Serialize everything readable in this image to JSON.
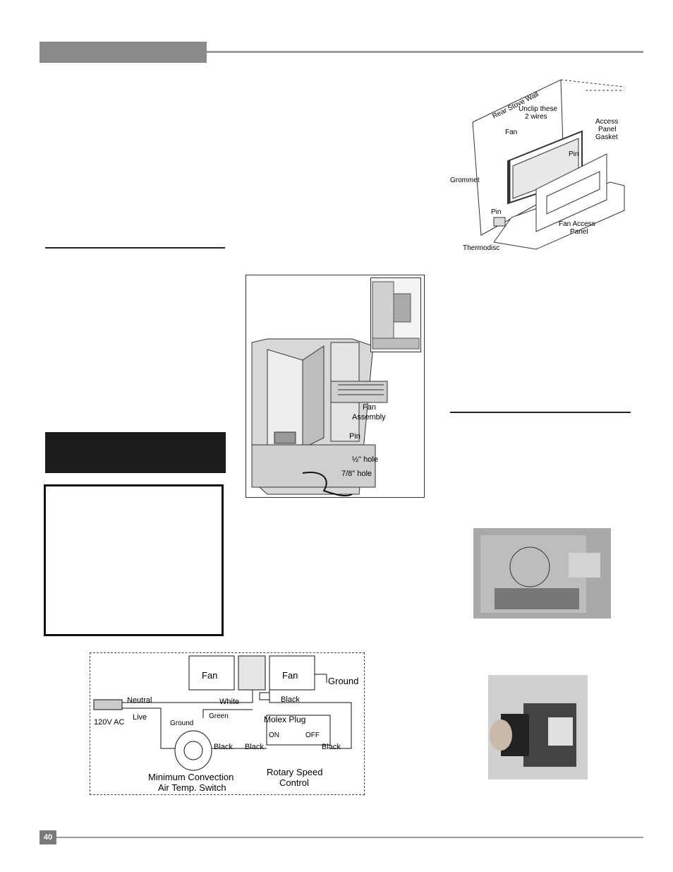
{
  "page": {
    "number": "40"
  },
  "exploded_diagram": {
    "labels": {
      "rear_stove_wall": "Rear Stove Wall",
      "unclip_line1": "Unclip these",
      "unclip_line2": "2 wires",
      "access_line1": "Access",
      "access_line2": "Panel",
      "access_line3": "Gasket",
      "fan": "Fan",
      "pin_top": "Pin",
      "grommet": "Grommet",
      "pin_bottom": "Pin",
      "fan_access_line1": "Fan Access",
      "fan_access_line2": "Panel",
      "thermodisc": "Thermodisc"
    }
  },
  "fan_assembly_figure": {
    "labels": {
      "fan_line1": "Fan",
      "fan_line2": "Assembly",
      "pin": "Pin",
      "half_hole": "½\" hole",
      "seven_eighths_hole": "7/8\" hole"
    }
  },
  "wiring_diagram": {
    "labels": {
      "fan_left": "Fan",
      "fan_right": "Fan",
      "ground_top": "Ground",
      "neutral": "Neutral",
      "white": "White",
      "black_top": "Black",
      "live": "Live",
      "volts": "120V AC",
      "ground_mid": "Ground",
      "green": "Green",
      "molex_plug": "Molex Plug",
      "on": "ON",
      "off": "OFF",
      "black_a": "Black",
      "black_b": "Black",
      "black_c": "Black",
      "min_conv_line1": "Minimum Convection",
      "min_conv_line2": "Air Temp. Switch",
      "rotary_line1": "Rotary Speed",
      "rotary_line2": "Control"
    }
  }
}
